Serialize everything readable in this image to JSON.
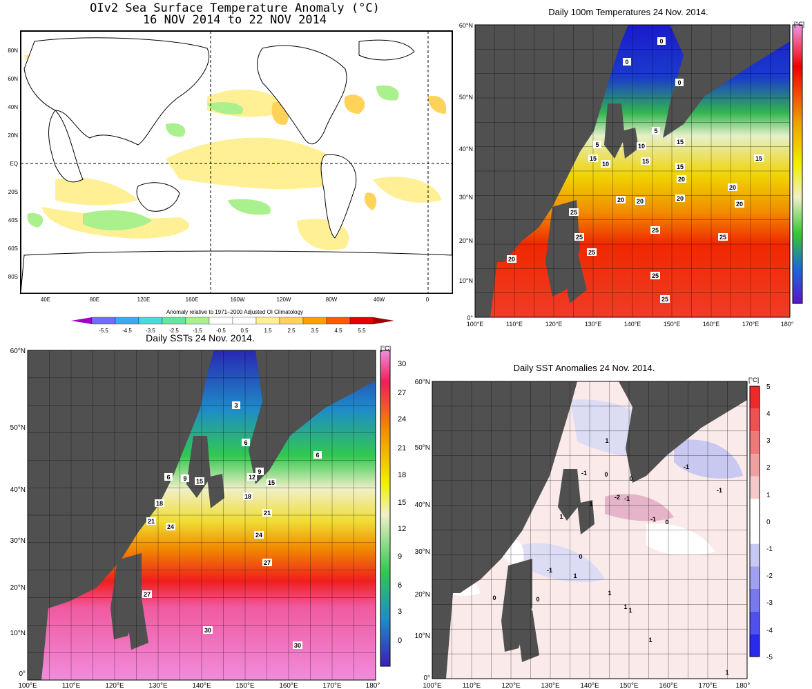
{
  "panels": {
    "global": {
      "title_line1": "OIv2 Sea Surface Temperature Anomaly (°C)",
      "title_line2": "16 NOV 2014 to 22 NOV 2014",
      "lat_labels": [
        "80N",
        "60N",
        "40N",
        "20N",
        "EQ",
        "20S",
        "40S",
        "60S",
        "80S"
      ],
      "lon_labels": [
        "40E",
        "80E",
        "120E",
        "160E",
        "160W",
        "120W",
        "80W",
        "40W",
        "0"
      ],
      "colorbar_caption": "Anomaly relative to 1971–2000 Adjusted OI Climatology",
      "colorbar_ticks": [
        "-5.5",
        "-4.5",
        "-3.5",
        "-2.5",
        "-1.5",
        "-0.5",
        "0.5",
        "1.5",
        "2.5",
        "3.5",
        "4.5",
        "5.5"
      ],
      "colors": [
        "#a000c8",
        "#6e6efa",
        "#3caaf0",
        "#46dcdc",
        "#64e6a0",
        "#aaf08c",
        "#ffffff",
        "#ffffff",
        "#fff096",
        "#ffd25a",
        "#ffa000",
        "#ff5a00",
        "#e60000",
        "#a00000"
      ]
    },
    "t100": {
      "title": "Daily 100m Temperatures 24 Nov. 2014.",
      "unit": "[°C]",
      "lat_labels": [
        "60°N",
        "50°N",
        "40°N",
        "30°N",
        "20°N",
        "10°N",
        "0°"
      ],
      "lon_labels": [
        "100°E",
        "110°E",
        "120°E",
        "130°E",
        "140°E",
        "150°E",
        "160°E",
        "170°E",
        "180°"
      ],
      "contour_labels": [
        "0",
        "0",
        "0",
        "5",
        "5",
        "10",
        "15",
        "10",
        "15",
        "15",
        "15",
        "15",
        "20",
        "20",
        "20",
        "20",
        "20",
        "20",
        "25",
        "25",
        "25",
        "25",
        "25",
        "20",
        "25",
        "25"
      ]
    },
    "sst": {
      "title": "Daily SSTs 24 Nov. 2014.",
      "unit": "[°C]",
      "lat_labels": [
        "60°N",
        "50°N",
        "40°N",
        "30°N",
        "20°N",
        "10°N",
        "0°"
      ],
      "lon_labels": [
        "100°E",
        "110°E",
        "120°E",
        "130°E",
        "140°E",
        "150°E",
        "160°E",
        "170°E",
        "180°"
      ],
      "colorbar_ticks": [
        "30",
        "27",
        "24",
        "21",
        "18",
        "15",
        "12",
        "9",
        "6",
        "3",
        "0"
      ],
      "contour_labels": [
        "3",
        "6",
        "6",
        "6",
        "9",
        "12",
        "9",
        "15",
        "15",
        "18",
        "18",
        "21",
        "21",
        "24",
        "24",
        "27",
        "27",
        "30",
        "30"
      ]
    },
    "anom": {
      "title": "Daily SST Anomalies 24 Nov. 2014.",
      "unit": "[°C]",
      "lat_labels": [
        "60°N",
        "50°N",
        "40°N",
        "30°N",
        "20°N",
        "10°N",
        "0°"
      ],
      "lon_labels": [
        "100°E",
        "110°E",
        "120°E",
        "130°E",
        "140°E",
        "150°E",
        "160°E",
        "170°E",
        "180°"
      ],
      "colorbar_ticks": [
        "5",
        "4",
        "3",
        "2",
        "1",
        "0",
        "-1",
        "-2",
        "-3",
        "-4",
        "-5"
      ],
      "contour_labels": [
        "1",
        "0",
        "-1",
        "-1",
        "0",
        "-2",
        "-1",
        "1",
        "-1",
        "-1",
        "1",
        "0",
        "0",
        "1",
        "-1",
        "0",
        "0",
        "1",
        "1",
        "1",
        "1",
        "1"
      ]
    }
  }
}
